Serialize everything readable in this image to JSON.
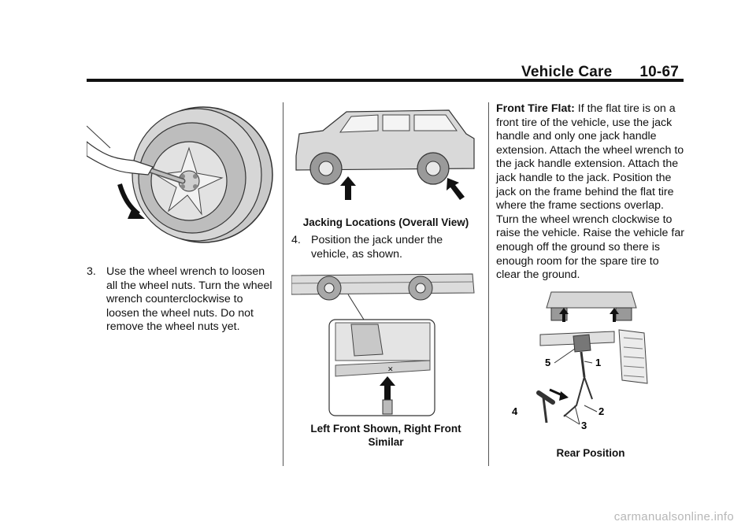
{
  "header": {
    "section": "Vehicle Care",
    "page": "10-67"
  },
  "col1": {
    "step_number": "3.",
    "step_text": "Use the wheel wrench to loosen all the wheel nuts. Turn the wheel wrench counterclockwise to loosen the wheel nuts. Do not remove the wheel nuts yet."
  },
  "col2": {
    "figure1_caption": "Jacking Locations (Overall View)",
    "step_number": "4.",
    "step_text": "Position the jack under the vehicle, as shown.",
    "figure2_caption": "Left Front Shown, Right Front Similar"
  },
  "col3": {
    "lead": "Front Tire Flat:",
    "text": "If the flat tire is on a front tire of the vehicle, use the jack handle and only one jack handle extension. Attach the wheel wrench to the jack handle extension. Attach the jack handle to the jack. Position the jack on the frame behind the flat tire where the frame sections overlap. Turn the wheel wrench clockwise to raise the vehicle. Raise the vehicle far enough off the ground so there is enough room for the spare tire to clear the ground.",
    "figure_labels": [
      "1",
      "2",
      "3",
      "4",
      "5"
    ],
    "figure_caption": "Rear Position"
  },
  "footer": {
    "watermark": "carmanualsonline.info"
  }
}
